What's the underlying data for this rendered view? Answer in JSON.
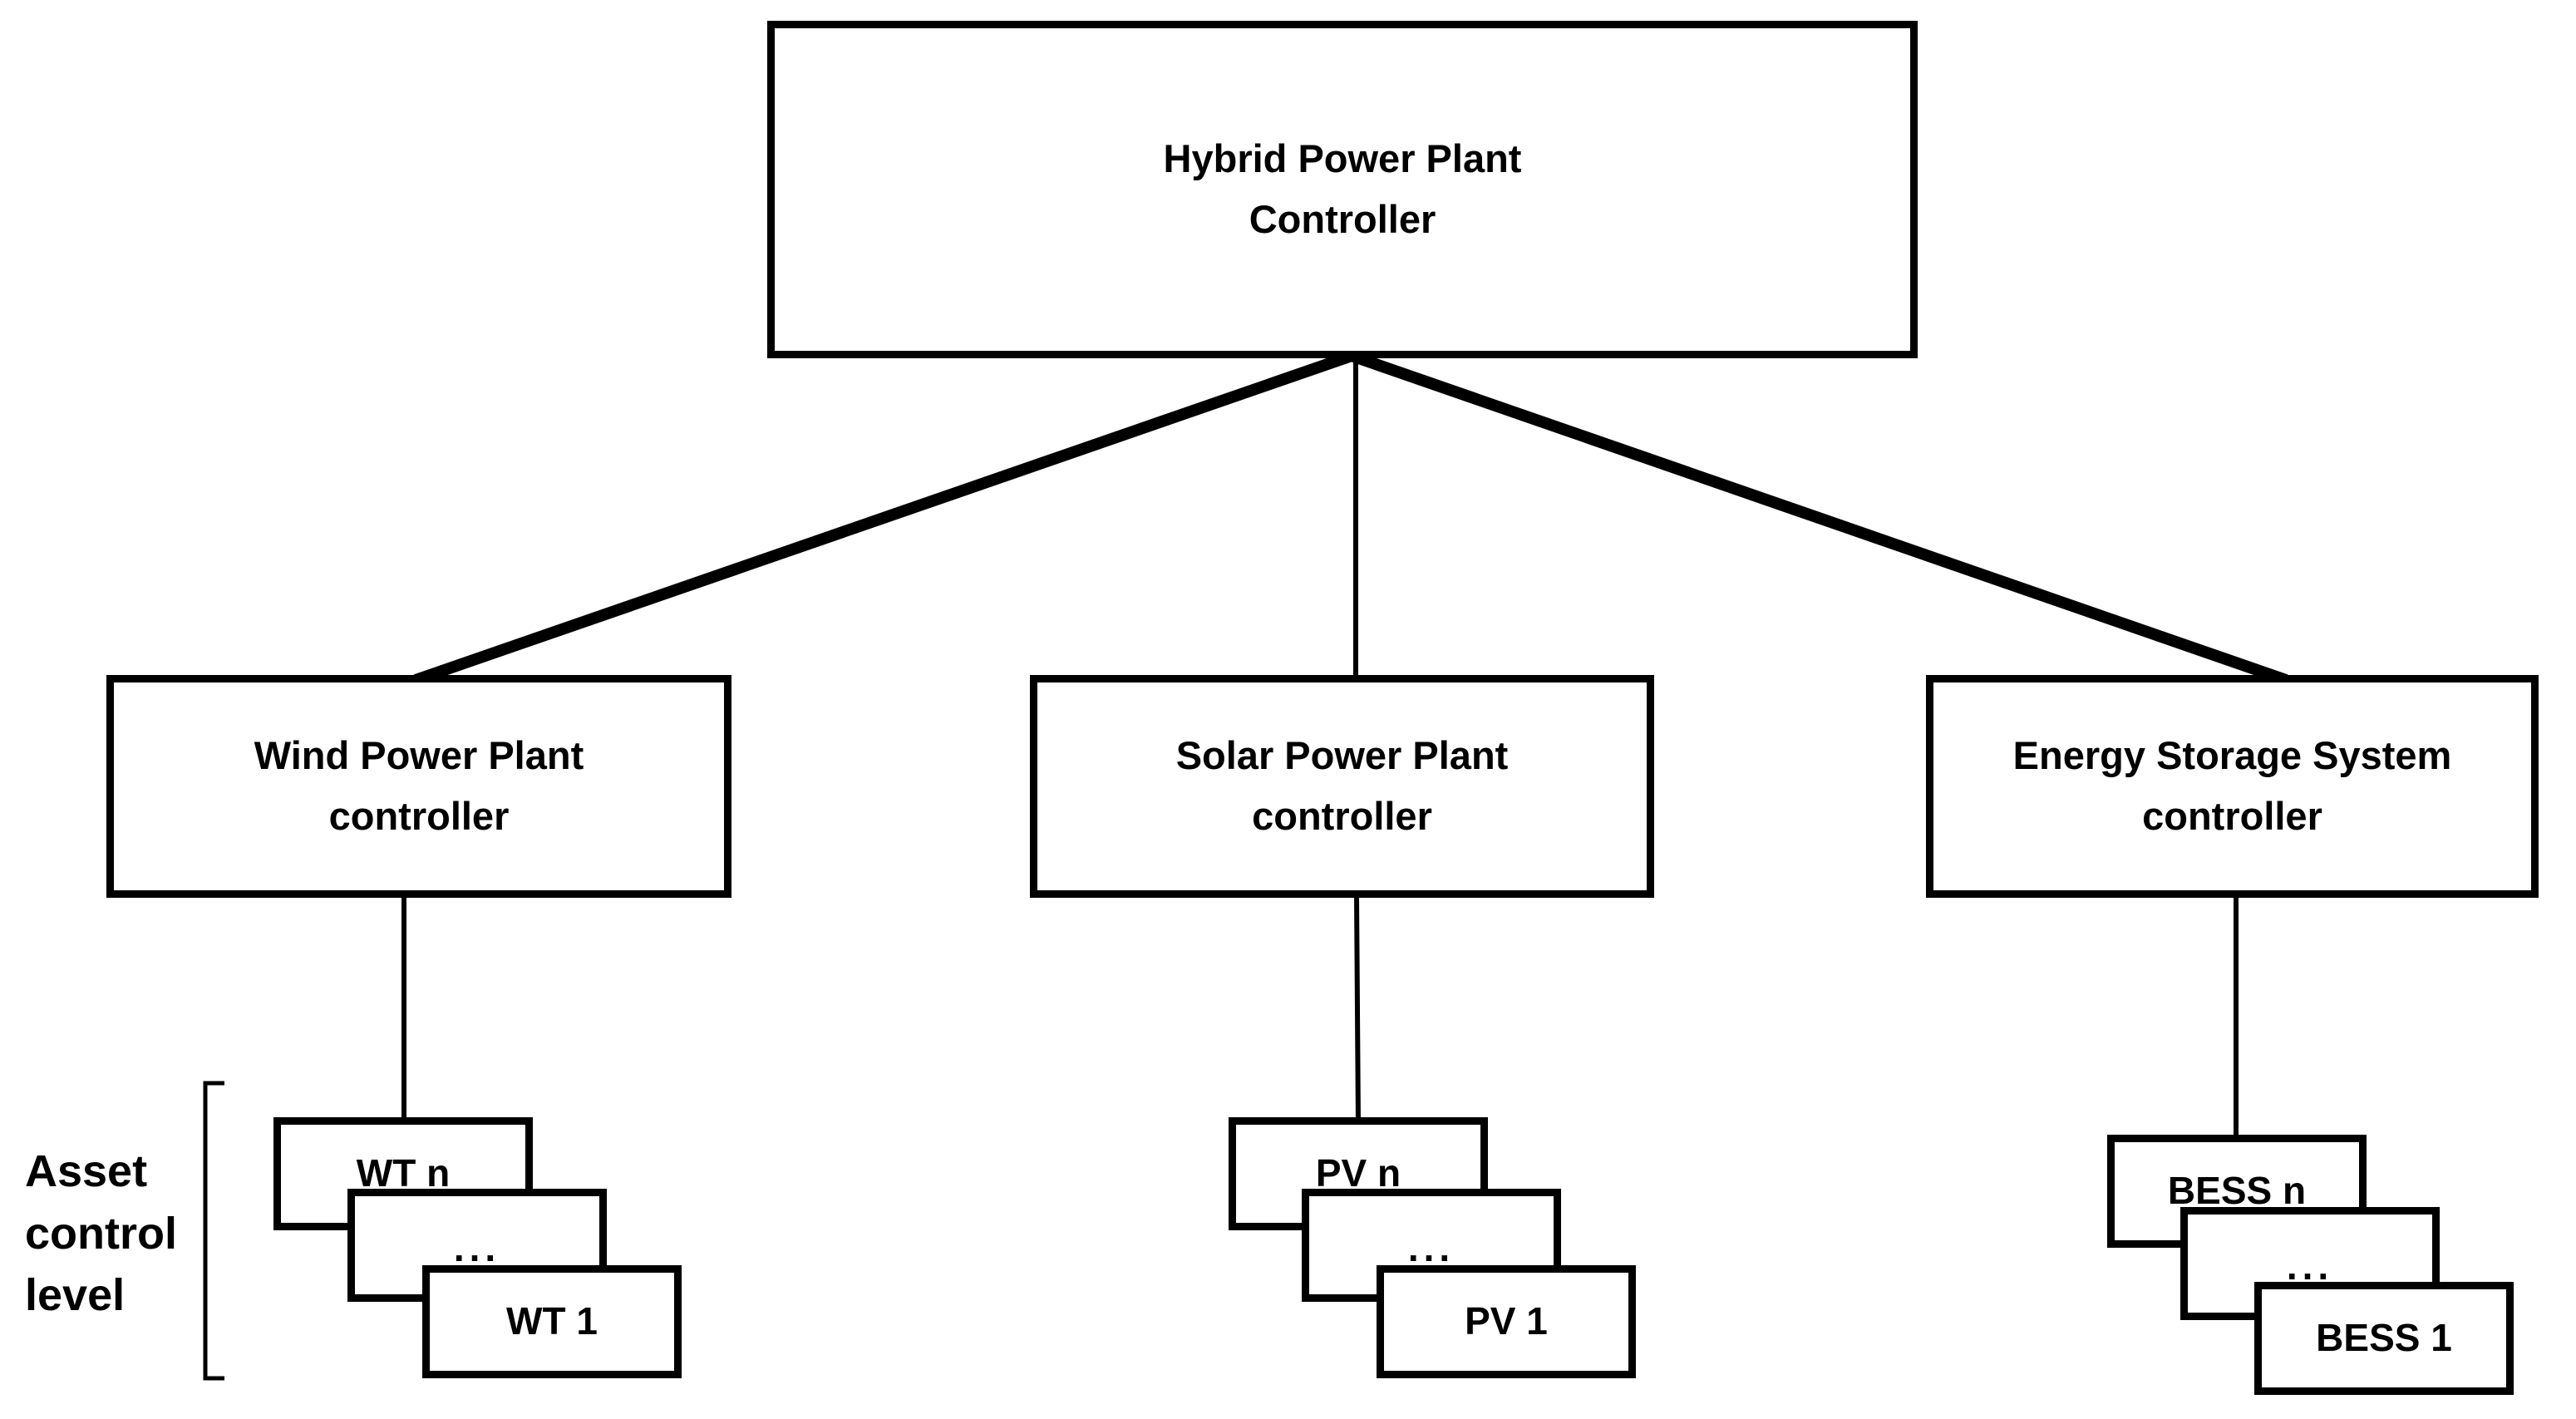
{
  "colors": {
    "background": "#ffffff",
    "box_fill": "#ffffff",
    "line": "#000000",
    "text": "#000000"
  },
  "nodes": {
    "root": {
      "label": "Hybrid Power Plant\nController"
    },
    "wind": {
      "label": "Wind Power Plant\ncontroller"
    },
    "solar": {
      "label": "Solar Power Plant\ncontroller"
    },
    "ess": {
      "label": "Energy Storage System\ncontroller"
    },
    "wt_stack": {
      "back": "WT n",
      "middle": "...",
      "front": "WT 1"
    },
    "pv_stack": {
      "back": "PV n",
      "middle": "...",
      "front": "PV 1"
    },
    "bess_stack": {
      "back": "BESS n",
      "middle": "...",
      "front": "BESS 1"
    },
    "side_label": "Asset\ncontrol\nlevel"
  }
}
